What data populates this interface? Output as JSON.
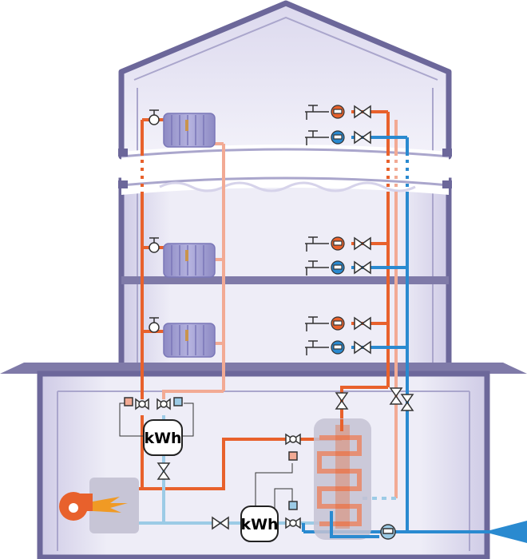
{
  "diagram": {
    "meters": [
      {
        "label": "kWh"
      },
      {
        "label": "kWh"
      }
    ],
    "colors": {
      "background": "#ffffff",
      "building_fill": "#ebe8f5",
      "building_wall": "#7f7aa8",
      "building_wall_dark": "#6c679a",
      "hot_pipe": "#e8612c",
      "hot_return_pipe": "#f2aa94",
      "cold_pipe": "#2a8ad0",
      "cold_light_pipe": "#9ccbe6",
      "radiator": "#9e9cd0",
      "tank": "#c4c2d4",
      "boiler": "#e8612c",
      "flame": "#f09a24"
    },
    "floors": 3,
    "icons": [
      "radiator-icon",
      "valve-icon",
      "tap-icon",
      "meter-icon",
      "boiler-icon",
      "flame-icon",
      "storage-tank-icon"
    ]
  }
}
